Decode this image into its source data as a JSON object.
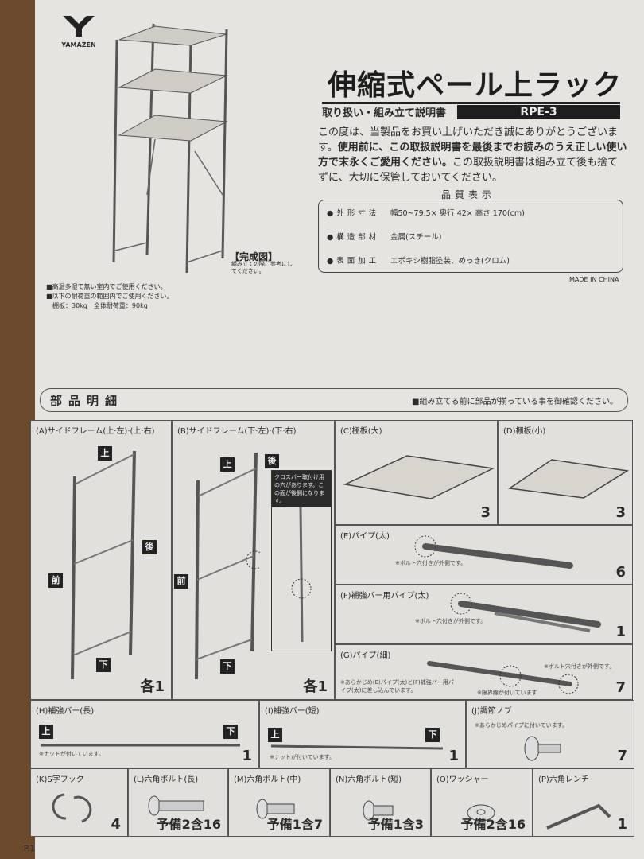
{
  "brand": "YAMAZEN",
  "title": "伸縮式ペール上ラック",
  "subtitle": "取り扱い・組み立て説明書",
  "model": "RPE-3",
  "intro": {
    "line1": "この度は、当製品をお買い上げいただき誠にありがとうございます。",
    "bold": "使用前に、この取扱説明書を最後までお読みのうえ正しい使い方で末永くご愛用ください。",
    "rest": "この取扱説明書は組み立て後も捨てずに、大切に保管しておいてください。"
  },
  "quality": {
    "heading": "品質表示",
    "rows": [
      {
        "key": "●外形寸法",
        "value": "幅50~79.5× 奥行 42× 高さ 170(cm)"
      },
      {
        "key": "●構造部材",
        "value": "金属(スチール)"
      },
      {
        "key": "●表面加工",
        "value": "エポキシ樹脂塗装、めっき(クロム)"
      }
    ]
  },
  "made_in": "MADE IN CHINA",
  "completed": {
    "label": "【完成図】",
    "caption": "組み立ての際、参考にしてください。"
  },
  "notes": [
    "■高温多湿で無い室内でご使用ください。",
    "■以下の耐荷重の範囲内でご使用ください。",
    "棚板：30kg　全体耐荷重：90kg"
  ],
  "parts_header": {
    "title": "部品明細",
    "note": "■組み立てる前に部品が揃っている事を御確認ください。"
  },
  "orient": {
    "top": "上",
    "bottom": "下",
    "front": "前",
    "back": "後"
  },
  "parts": {
    "A": {
      "label": "(A)サイドフレーム(上·左)·(上·右)",
      "qty": "各1"
    },
    "B": {
      "label": "(B)サイドフレーム(下·左)·(下·右)",
      "qty": "各1",
      "callout": "クロスバー取付け用の穴があります。この面が後側になります。"
    },
    "C": {
      "label": "(C)棚板(大)",
      "qty": "3"
    },
    "D": {
      "label": "(D)棚板(小)",
      "qty": "3"
    },
    "E": {
      "label": "(E)パイプ(太)",
      "qty": "6",
      "note": "※ボルト穴付きが外側です。"
    },
    "F": {
      "label": "(F)補強バー用パイプ(太)",
      "qty": "1",
      "note": "※ボルト穴付きが外側です。"
    },
    "G": {
      "label": "(G)パイプ(細)",
      "qty": "7",
      "note1": "※ボルト穴付きが外側です。",
      "note2": "※あらかじめ(E)パイプ(太)と(F)補強バー用パイプ(太)に差し込んでいます。",
      "note3": "※限界線が付いています"
    },
    "H": {
      "label": "(H)補強バー(長)",
      "qty": "1",
      "note": "※ナットが付いています。"
    },
    "I": {
      "label": "(I)補強バー(短)",
      "qty": "1",
      "note": "※ナットが付いています。"
    },
    "J": {
      "label": "(J)調節ノブ",
      "qty": "7",
      "note": "※あらかじめパイプに付いています。"
    },
    "K": {
      "label": "(K)S字フック",
      "qty": "4"
    },
    "L": {
      "label": "(L)六角ボルト(長)",
      "qty": "予備2含16"
    },
    "M": {
      "label": "(M)六角ボルト(中)",
      "qty": "予備1含7"
    },
    "N": {
      "label": "(N)六角ボルト(短)",
      "qty": "予備1含3"
    },
    "O": {
      "label": "(O)ワッシャー",
      "qty": "予備2含16"
    },
    "P": {
      "label": "(P)六角レンチ",
      "qty": "1"
    }
  },
  "page": "P.1"
}
